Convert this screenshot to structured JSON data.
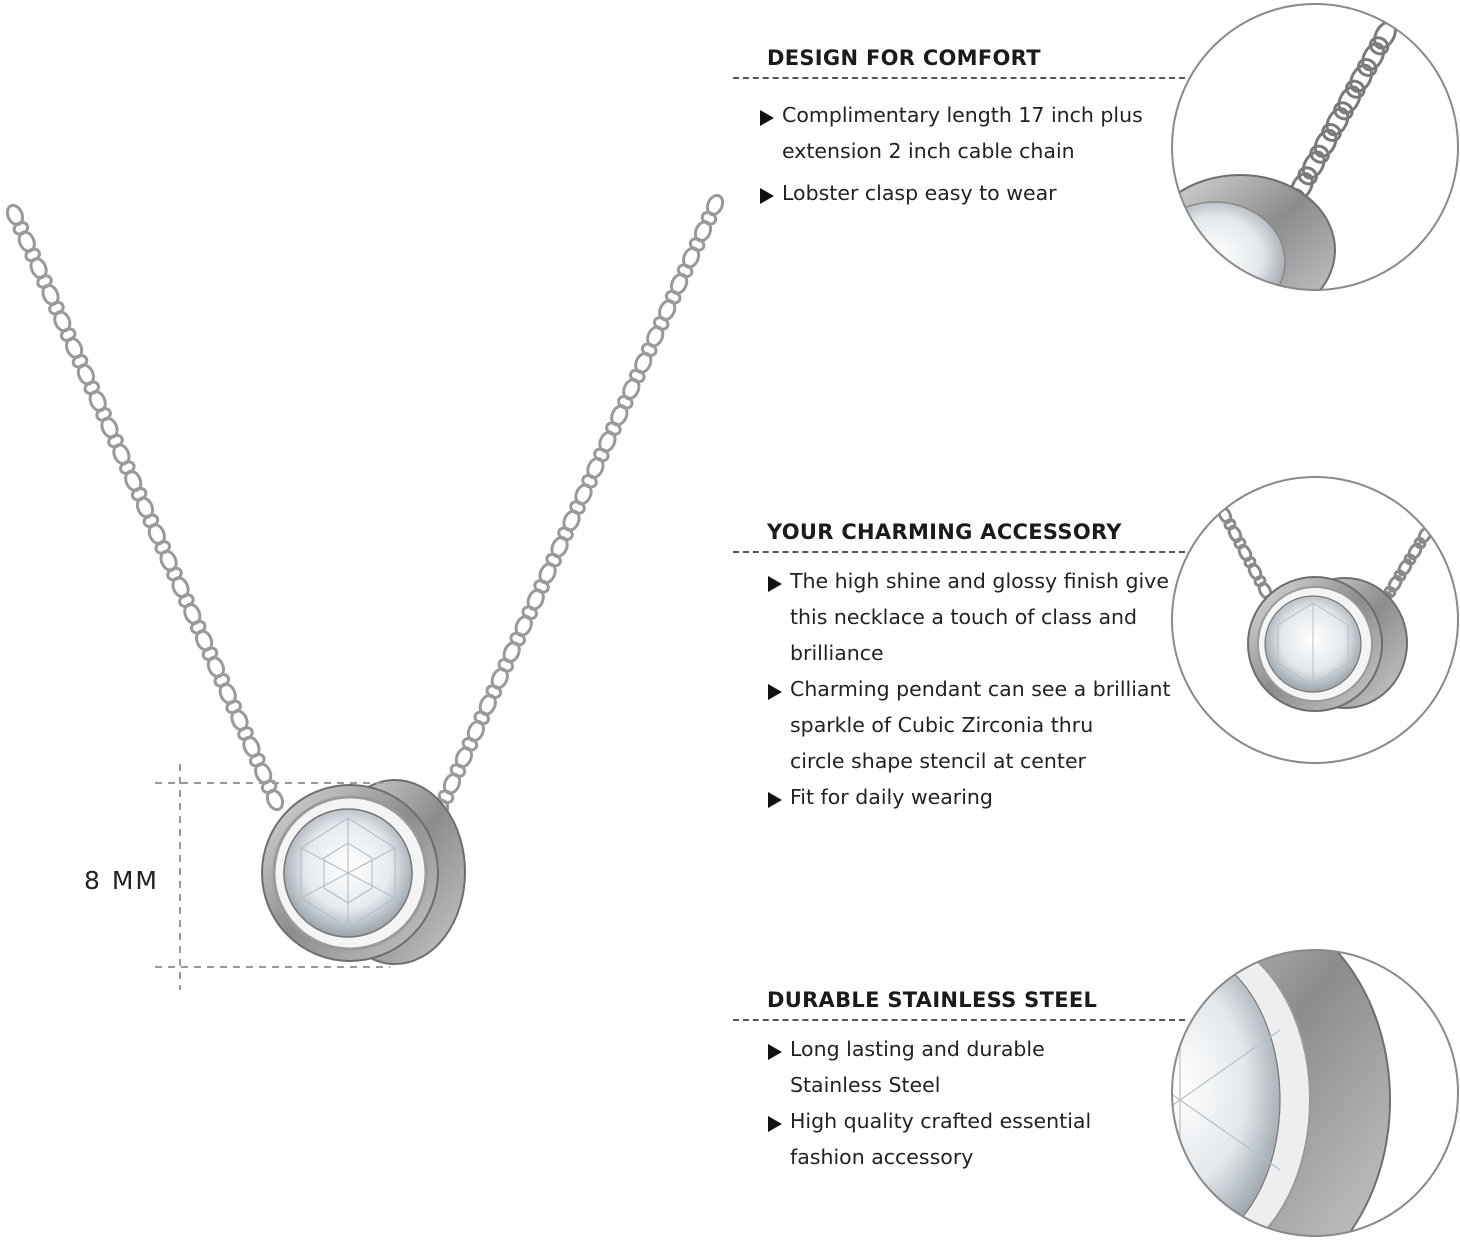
{
  "dimension": {
    "label": "8 MM"
  },
  "sections": [
    {
      "title": "DESIGN FOR COMFORT",
      "bullets": [
        "Complimentary length 17 inch plus\nextension 2 inch cable chain",
        "Lobster clasp easy to wear"
      ]
    },
    {
      "title": "YOUR CHARMING ACCESSORY",
      "bullets": [
        "The high shine and glossy finish give\nthis necklace a touch of class and\nbrilliance",
        "Charming pendant can see a brilliant\nsparkle of Cubic Zirconia thru\ncircle shape stencil at center",
        "Fit for daily wearing"
      ]
    },
    {
      "title": "DURABLE STAINLESS STEEL",
      "bullets": [
        "Long lasting and durable\nStainless Steel",
        "High quality crafted essential\nfashion accessory"
      ]
    }
  ],
  "icons": {
    "bullet": "triangle-right-icon"
  },
  "colors": {
    "metal": "#9a9a9a",
    "metal_dark": "#6e6e6e",
    "gem": "#e9eef2",
    "rule": "#555555",
    "circle_border": "#8a8a8a"
  }
}
